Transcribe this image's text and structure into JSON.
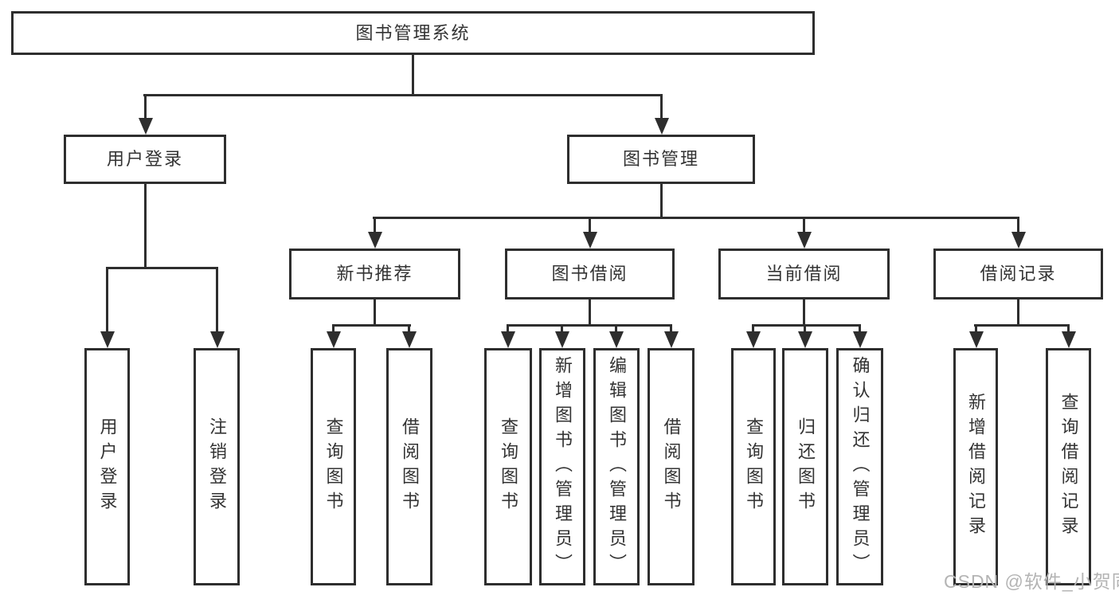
{
  "tree": {
    "label": "图书管理系统",
    "children": [
      {
        "label": "用户登录",
        "children": [
          {
            "label": "用户登录"
          },
          {
            "label": "注销登录"
          }
        ]
      },
      {
        "label": "图书管理",
        "children": [
          {
            "label": "新书推荐",
            "children": [
              {
                "label": "查询图书"
              },
              {
                "label": "借阅图书"
              }
            ]
          },
          {
            "label": "图书借阅",
            "children": [
              {
                "label": "查询图书"
              },
              {
                "label": "新增图书（管理员）"
              },
              {
                "label": "编辑图书（管理员）"
              },
              {
                "label": "借阅图书"
              }
            ]
          },
          {
            "label": "当前借阅",
            "children": [
              {
                "label": "查询图书"
              },
              {
                "label": "归还图书"
              },
              {
                "label": "确认归还（管理员）"
              }
            ]
          },
          {
            "label": "借阅记录",
            "children": [
              {
                "label": "新增借阅记录"
              },
              {
                "label": "查询借阅记录"
              }
            ]
          }
        ]
      }
    ]
  },
  "watermark": {
    "text": "CSDN @软件_小贺同学"
  },
  "colors": {
    "line": "#2e2e2e",
    "box_border": "#2e2e2e",
    "box_fill": "#ffffff",
    "text": "#333333",
    "watermark": "#b4b4b4",
    "background": "#ffffff"
  }
}
